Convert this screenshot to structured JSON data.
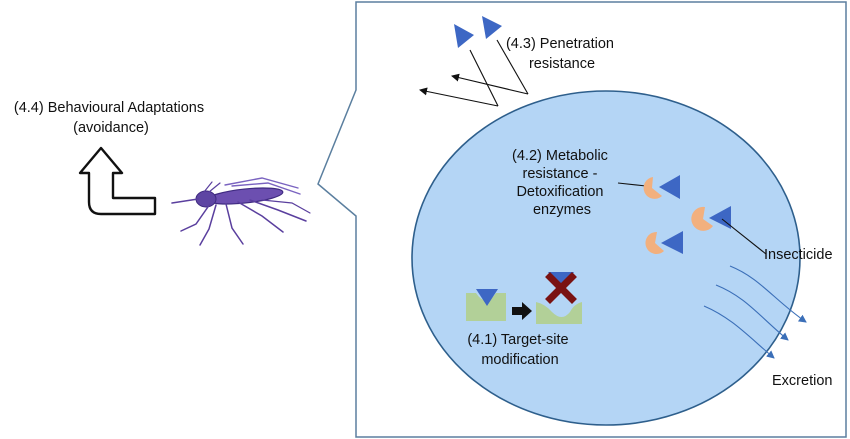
{
  "labels": {
    "behaviour_line1": "(4.4) Behavioural Adaptations",
    "behaviour_line2": "(avoidance)",
    "penetration_line1": "(4.3) Penetration",
    "penetration_line2": "resistance",
    "metabolic_line1": "(4.2) Metabolic",
    "metabolic_line2": "resistance -",
    "metabolic_line3": "Detoxification",
    "metabolic_line4": "enzymes",
    "insecticide": "Insecticide",
    "target_line1": "(4.1) Target-site",
    "target_line2": "modification",
    "excretion": "Excretion"
  },
  "colors": {
    "cell_fill": "#b4d5f5",
    "cell_stroke": "#2e5f8c",
    "insecticide_blue": "#3d67c4",
    "enzyme_orange": "#f2b07e",
    "receptor_green": "#b2d098",
    "cross_red": "#7a1212",
    "mosquito": "#5a3f9e"
  },
  "icons": {
    "behaviour_arrow": "u-turn-up-arrow-icon",
    "mosquito": "mosquito-icon",
    "blocked": "x-cross-icon"
  }
}
